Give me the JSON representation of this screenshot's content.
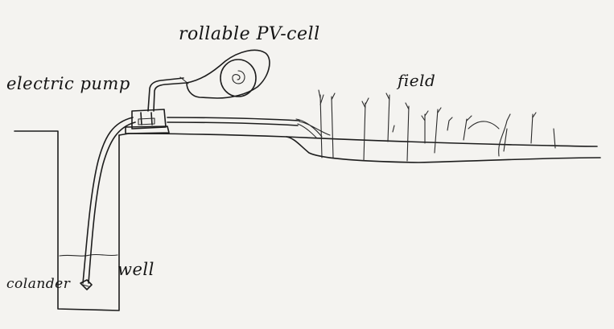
{
  "labels": {
    "pv_cell": "rollable PV-cell",
    "pump": "electric pump",
    "field": "field",
    "well": "well",
    "colander": "colander"
  },
  "colors": {
    "paper": "#f4f3f0",
    "ink": "#1d1d1d"
  }
}
